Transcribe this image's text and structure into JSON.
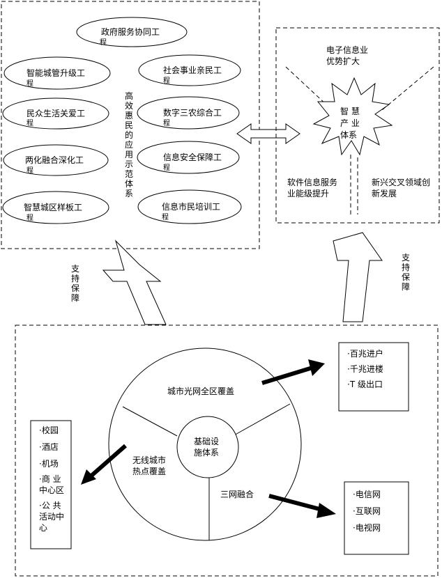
{
  "top_left_panel": {
    "ellipses": [
      {
        "line1": "政府服务协同工",
        "line2": "程"
      },
      {
        "line1": "智能城管升级工",
        "line2": "程"
      },
      {
        "line1": "社会事业亲民工",
        "line2": "程"
      },
      {
        "line1": "民众生活关爱工",
        "line2": "程"
      },
      {
        "line1": "数字三农综合工",
        "line2": "程"
      },
      {
        "line1": "两化融合深化工",
        "line2": "程"
      },
      {
        "line1": "信息安全保障工",
        "line2": "程"
      },
      {
        "line1": "智慧城区样板工",
        "line2": "程"
      },
      {
        "line1": "信息市民培训工",
        "line2": "程"
      }
    ],
    "vertical_label": [
      "高",
      "效",
      "惠",
      "民",
      "的",
      "应",
      "用",
      "示",
      "范",
      "体",
      "系"
    ]
  },
  "top_right_panel": {
    "top_label": [
      "电子信息业",
      "优势扩大"
    ],
    "star_label": [
      "智 慧",
      "产 业",
      "体系"
    ],
    "bottom_left_label": [
      "软件信息服务",
      "业能级提升"
    ],
    "bottom_right_label": [
      "新兴交叉领域创",
      "新发展"
    ]
  },
  "support_labels": {
    "left": [
      "支",
      "持",
      "保",
      "障"
    ],
    "right": [
      "支",
      "持",
      "保",
      "障"
    ]
  },
  "bottom_panel": {
    "center": [
      "基础设",
      "施体系"
    ],
    "sectors": {
      "top": "城市光网全区覆盖",
      "left": [
        "无线城市",
        "热点覆盖"
      ],
      "right": "三网融合"
    },
    "left_list": [
      {
        "bullet": "·",
        "lines": [
          "校园"
        ]
      },
      {
        "bullet": "·",
        "lines": [
          "酒店"
        ]
      },
      {
        "bullet": "·",
        "lines": [
          "机场"
        ]
      },
      {
        "bullet": "·",
        "lines": [
          "商 业",
          "中心区"
        ]
      },
      {
        "bullet": "·",
        "lines": [
          "公 共",
          "活动中",
          "心"
        ]
      }
    ],
    "top_right_list": [
      {
        "bullet": "·",
        "lines": [
          "百兆进户"
        ]
      },
      {
        "bullet": "·",
        "lines": [
          "千兆进楼"
        ]
      },
      {
        "bullet": "·",
        "lines": [
          "T 级出口"
        ]
      }
    ],
    "bottom_right_list": [
      {
        "bullet": "·",
        "lines": [
          "电信网"
        ]
      },
      {
        "bullet": "·",
        "lines": [
          "互联网"
        ]
      },
      {
        "bullet": "·",
        "lines": [
          "电视网"
        ]
      }
    ]
  }
}
